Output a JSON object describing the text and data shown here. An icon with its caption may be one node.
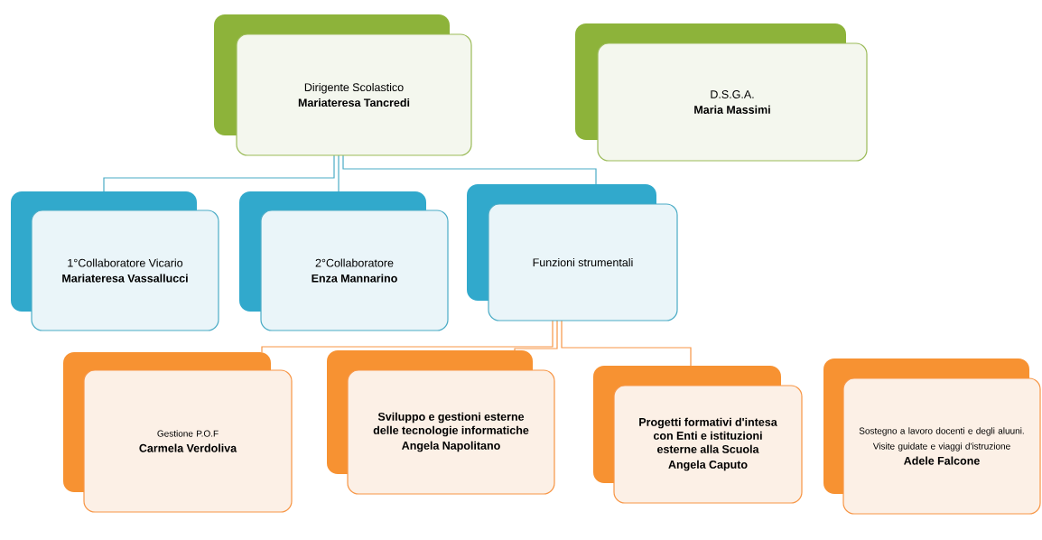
{
  "diagram": {
    "nodes": [
      {
        "text": [
          "Dirigente Scolastico",
          "Mariateresa Tancredi"
        ]
      },
      {
        "text": [
          "D.S.G.A.",
          "Maria Massimi"
        ]
      },
      {
        "text": [
          "1°Collaboratore Vicario",
          "Mariateresa Vassallucci"
        ]
      },
      {
        "text": [
          "2°Collaboratore",
          "Enza Mannarino"
        ]
      },
      {
        "text": [
          "Funzioni strumentali"
        ]
      },
      {
        "text": [
          "Gestione P.O.F",
          "Carmela Verdoliva"
        ]
      },
      {
        "text": [
          "Sviluppo e gestioni esterne delle tecnologie informatiche",
          "Angela Napolitano"
        ]
      },
      {
        "text": [
          "Progetti formativi d'intesa con Enti e istituzioni esterne alla Scuola",
          "Angela Caputo"
        ]
      },
      {
        "text": [
          "Sostegno a lavoro docenti e degli aluuni.",
          "Visite guidate e viaggi d'istruzione",
          "Adele Falcone"
        ]
      }
    ],
    "edges": [
      {
        "from": 0,
        "to": 2,
        "arrow": "none"
      },
      {
        "from": 0,
        "to": 3,
        "arrow": "none"
      },
      {
        "from": 0,
        "to": 4,
        "arrow": "none"
      },
      {
        "from": 4,
        "to": 5,
        "arrow": "none",
        "color": "#f79646"
      },
      {
        "from": 4,
        "to": 6,
        "arrow": "none",
        "color": "#f79646"
      },
      {
        "from": 4,
        "to": 7,
        "arrow": "none",
        "color": "#f79646"
      }
    ]
  }
}
